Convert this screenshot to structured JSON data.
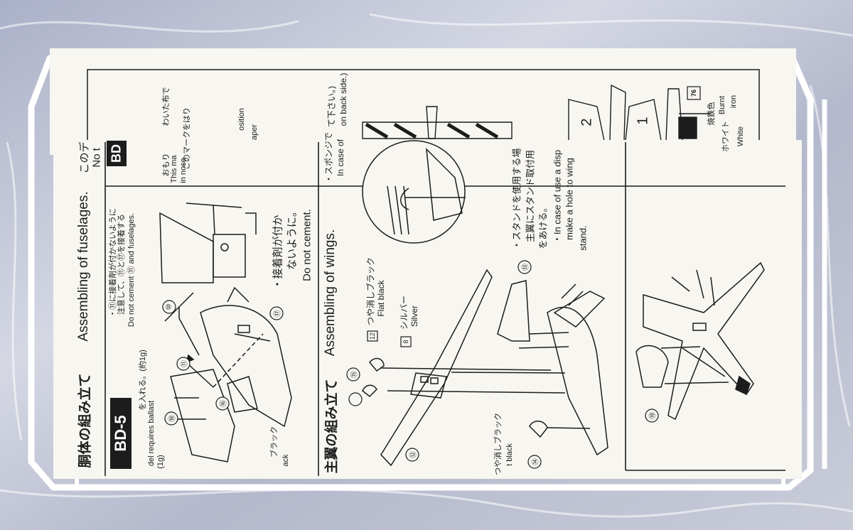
{
  "front_sheet": {
    "fuselage_section": {
      "code": "BD-5",
      "title_jp": "胴体の組み立て",
      "title_en": "Assembling of fuselages.",
      "note_jp_1": "・⑪に接着剤が付かないように",
      "note_jp_2": "注意して、⑪と⑰を接着する",
      "note_en": "Do not cement ⑪ and fuselages.",
      "ballast_jp": "を入れる。(約1g)",
      "ballast_en": "del requires ballast",
      "ballast_weight": "(1g)",
      "warning_jp_1": "・接着剤が付か",
      "warning_jp_2": "ないように。",
      "warning_en": "Do not cement.",
      "part_callouts": [
        "⑩",
        "⑪",
        "⑯",
        "⑰",
        "⑱"
      ],
      "paint_fragment_jp": "ブラック",
      "paint_fragment_en": "ack"
    },
    "wing_section": {
      "title_jp": "主翼の組み立て",
      "title_en": "Assembling of wings.",
      "paint_1_code": "12",
      "paint_1_jp": "つや消しブラック",
      "paint_1_en": "Flat black",
      "paint_2_code": "8",
      "paint_2_jp": "シルバー",
      "paint_2_en": "Silver",
      "paint_3_jp": "つや消しブラック",
      "paint_3_en": "t black",
      "part_callouts": [
        "⑫",
        "⑬",
        "⑭",
        "⑮"
      ]
    },
    "stand_section": {
      "note_jp_1": "・スタンドを使用する場",
      "note_jp_2": "主翼にスタンド取付用",
      "note_jp_3": "をあける。",
      "note_en_1": "・In case of use a disp",
      "note_en_2": "make a hole to wing",
      "note_en_3": "stand.",
      "part_callout": "⑲"
    }
  },
  "back_sheet": {
    "text_fragment_1": "このデ",
    "text_fragment_2": "No t",
    "code_fragment": "BD",
    "jp_fragment_1": "わいた布で",
    "jp_fragment_2": "おもり",
    "jp_fragment_3": "このマークをはり",
    "en_fragment_1": "This ma",
    "en_fragment_2": "in nose",
    "en_fragment_3": "osition",
    "en_fragment_4": "aper",
    "cement_jp": "・スポンジで",
    "cement_en": "In case of",
    "back_side_jp": "て下さい。)",
    "back_side_en": "on back side.)",
    "paint_code": "76",
    "paint_jp": "焼鉄色",
    "paint_en_1": "Burnt",
    "paint_en_2": "iron",
    "white_jp": "ホワイト",
    "white_en": "White",
    "decal_numbers": [
      "2",
      "1"
    ]
  },
  "colors": {
    "paper": "#f7f6f1",
    "ink": "#1c1c1c",
    "rack": "#ffffff",
    "plastic_bag": "#b9bdd0"
  }
}
